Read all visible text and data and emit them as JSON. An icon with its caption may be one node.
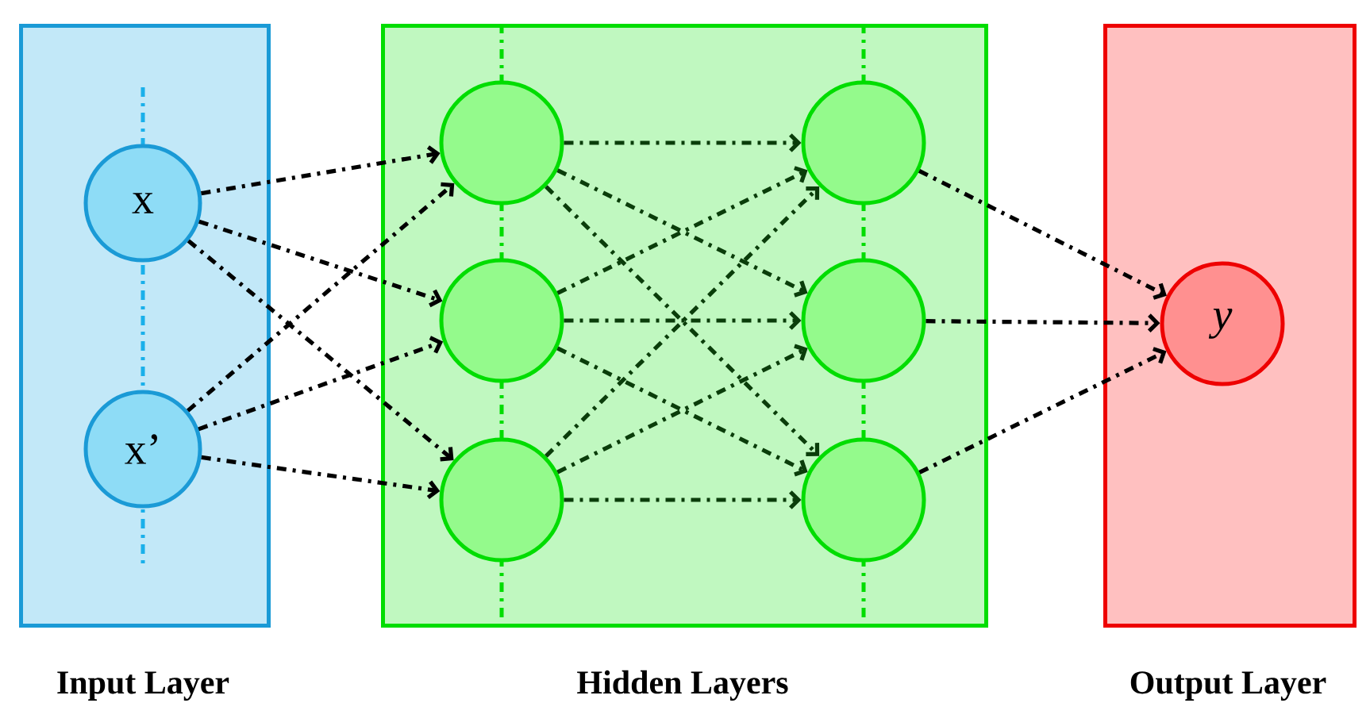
{
  "diagram": {
    "nodes": [
      {
        "text": [
          "Input Layer"
        ]
      },
      {
        "text": [
          "x"
        ],
        "in": 0
      },
      {
        "text": [
          "x’"
        ],
        "in": 0
      },
      {
        "text": [
          "Hidden Layers"
        ]
      },
      {
        "text": [],
        "shape": "circle",
        "in": 3
      },
      {
        "text": [],
        "shape": "circle",
        "in": 3
      },
      {
        "text": [],
        "shape": "circle",
        "in": 3
      },
      {
        "text": [],
        "shape": "circle",
        "in": 3
      },
      {
        "text": [],
        "shape": "circle",
        "in": 3
      },
      {
        "text": [],
        "shape": "circle",
        "in": 3
      },
      {
        "text": [
          "Output Layer"
        ]
      },
      {
        "text": [
          "y"
        ],
        "in": 10
      }
    ],
    "edges": [
      {
        "from": 1,
        "to": 4,
        "arrow": "to"
      },
      {
        "from": 1,
        "to": 5,
        "arrow": "to"
      },
      {
        "from": 1,
        "to": 6,
        "arrow": "to"
      },
      {
        "from": 2,
        "to": 4,
        "arrow": "to"
      },
      {
        "from": 2,
        "to": 5,
        "arrow": "to"
      },
      {
        "from": 2,
        "to": 6,
        "arrow": "to"
      },
      {
        "from": 4,
        "to": 7,
        "arrow": "to",
        "color": "#0a3d0a"
      },
      {
        "from": 4,
        "to": 8,
        "arrow": "to",
        "color": "#0a3d0a"
      },
      {
        "from": 4,
        "to": 9,
        "arrow": "to",
        "color": "#0a3d0a"
      },
      {
        "from": 5,
        "to": 7,
        "arrow": "to",
        "color": "#0a3d0a"
      },
      {
        "from": 5,
        "to": 8,
        "arrow": "to",
        "color": "#0a3d0a"
      },
      {
        "from": 5,
        "to": 9,
        "arrow": "to",
        "color": "#0a3d0a"
      },
      {
        "from": 6,
        "to": 7,
        "arrow": "to",
        "color": "#0a3d0a"
      },
      {
        "from": 6,
        "to": 8,
        "arrow": "to",
        "color": "#0a3d0a"
      },
      {
        "from": 6,
        "to": 9,
        "arrow": "to",
        "color": "#0a3d0a"
      },
      {
        "from": 7,
        "to": 11,
        "arrow": "to"
      },
      {
        "from": 8,
        "to": 11,
        "arrow": "to"
      },
      {
        "from": 9,
        "to": 11,
        "arrow": "to"
      }
    ]
  }
}
